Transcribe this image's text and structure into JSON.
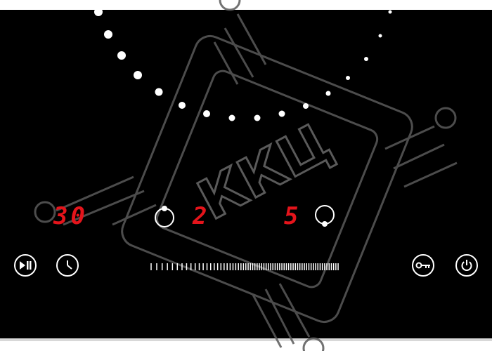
{
  "panel": {
    "background": "#000000",
    "display_color": "#e4141b",
    "control_color": "#ffffff"
  },
  "watermark": {
    "text": "ККЦ",
    "color": "#5a5a5a"
  },
  "displays": {
    "timer": "30",
    "zone_left_level": "2",
    "zone_right_level": "5"
  },
  "controls": {
    "play_pause_icon": "play-pause-icon",
    "timer_icon": "clock-icon",
    "lock_icon": "key-icon",
    "power_icon": "power-icon",
    "slider_icon": "power-level-slider"
  }
}
